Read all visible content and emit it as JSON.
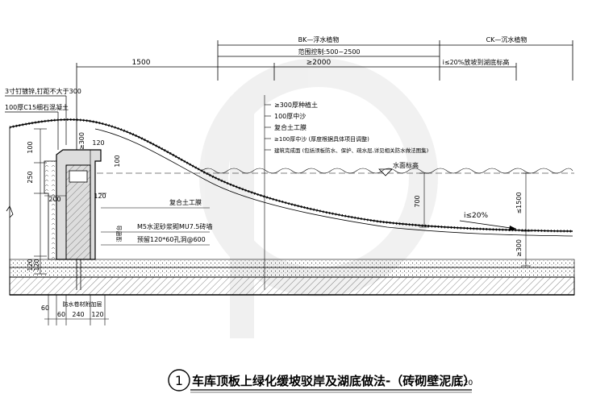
{
  "top_dims": {
    "bk_label": "BK—浮水植物",
    "ck_label": "CK—沉水植物",
    "range_label": "范围控制:500~2500",
    "dim_1500": "1500",
    "dim_2000": "≥2000",
    "slope_note": "i≤20%放坡到湖底标高"
  },
  "left_notes": {
    "nail": "3寸钉镀锌,钉距不大于300",
    "concrete": "100厚C15细石混凝土"
  },
  "layers": [
    "≥300厚种植土",
    "100厚中沙",
    "复合土工膜",
    "≥100厚中沙 (厚度根据具体项目调整)",
    "建筑完成面 (包括须板防水、保护、疏水层,详见相关防水做法图集)"
  ],
  "wall_notes": {
    "geomembrane": "复合土工膜",
    "mortar_wall": "M5水泥砂浆砌MU7.5砖墙",
    "drain_hole": "预留120*60孔洞@600",
    "vertical_label": "湿密台",
    "waterproof": "防水卷材附加层"
  },
  "water_label": "水面标高",
  "slope_label": "i≤20%",
  "dims": {
    "d100": "100",
    "d250": "250",
    "d200": "200",
    "d120_top": "120",
    "d300_top": "≥300",
    "d100_mid": "100",
    "d120_mid": "120",
    "d120_b1": "120",
    "d120_b2": "120",
    "d700": "700",
    "d1500": "≤1500",
    "d300_r": "≥300",
    "b60a": "60",
    "b60b": "60",
    "b240": "240",
    "b120": "120"
  },
  "title": {
    "number": "1",
    "text": "车库顶板上绿化缓坡驳岸及湖底做法-（砖砌壁泥底）",
    "scale": "1:20"
  }
}
